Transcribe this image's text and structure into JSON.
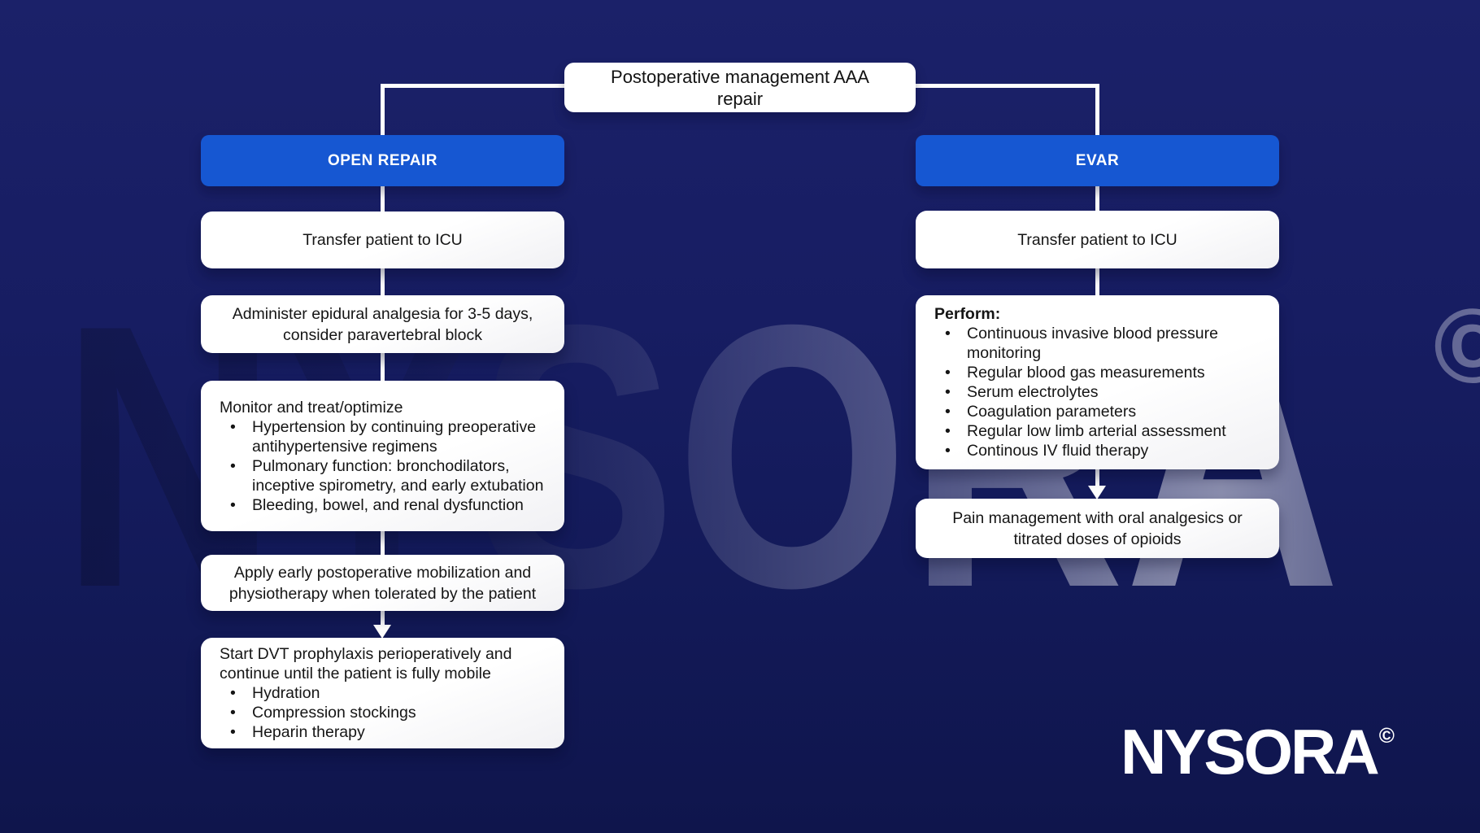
{
  "title_box": "Postoperative management AAA repair",
  "glyphs": {
    "bullet": "•"
  },
  "watermark": {
    "text": "NYSORA",
    "copyright": "©"
  },
  "logo": {
    "text": "NYSORA",
    "copyright": "©"
  },
  "colors": {
    "background_navy": "#141a5e",
    "header_blue": "#1657d2",
    "box_white": "#ffffff",
    "connector_white": "#ffffff",
    "text_dark": "#151515"
  },
  "columns": [
    {
      "header": "OPEN REPAIR",
      "steps": [
        {
          "text": "Transfer patient to ICU"
        },
        {
          "text": "Administer epidural analgesia for 3-5 days, consider paravertebral block"
        },
        {
          "intro": "Monitor and treat/optimize",
          "bullets": [
            "Hypertension by continuing preoperative antihypertensive regimens",
            "Pulmonary function: bronchodilators, inceptive spirometry, and early extubation",
            "Bleeding, bowel, and renal dysfunction"
          ]
        },
        {
          "text": "Apply early postoperative mobilization and physiotherapy when tolerated by the patient"
        },
        {
          "intro": "Start DVT prophylaxis perioperatively and continue until the patient is fully mobile",
          "bullets": [
            "Hydration",
            "Compression stockings",
            "Heparin therapy"
          ]
        }
      ]
    },
    {
      "header": "EVAR",
      "steps": [
        {
          "text": "Transfer patient to ICU"
        },
        {
          "intro": "Perform:",
          "bullets": [
            "Continuous invasive blood pressure monitoring",
            "Regular blood gas measurements",
            "Serum electrolytes",
            "Coagulation parameters",
            "Regular low limb arterial assessment",
            "Continous IV fluid therapy"
          ]
        },
        {
          "text": "Pain management with oral analgesics or titrated doses of opioids"
        }
      ]
    }
  ]
}
